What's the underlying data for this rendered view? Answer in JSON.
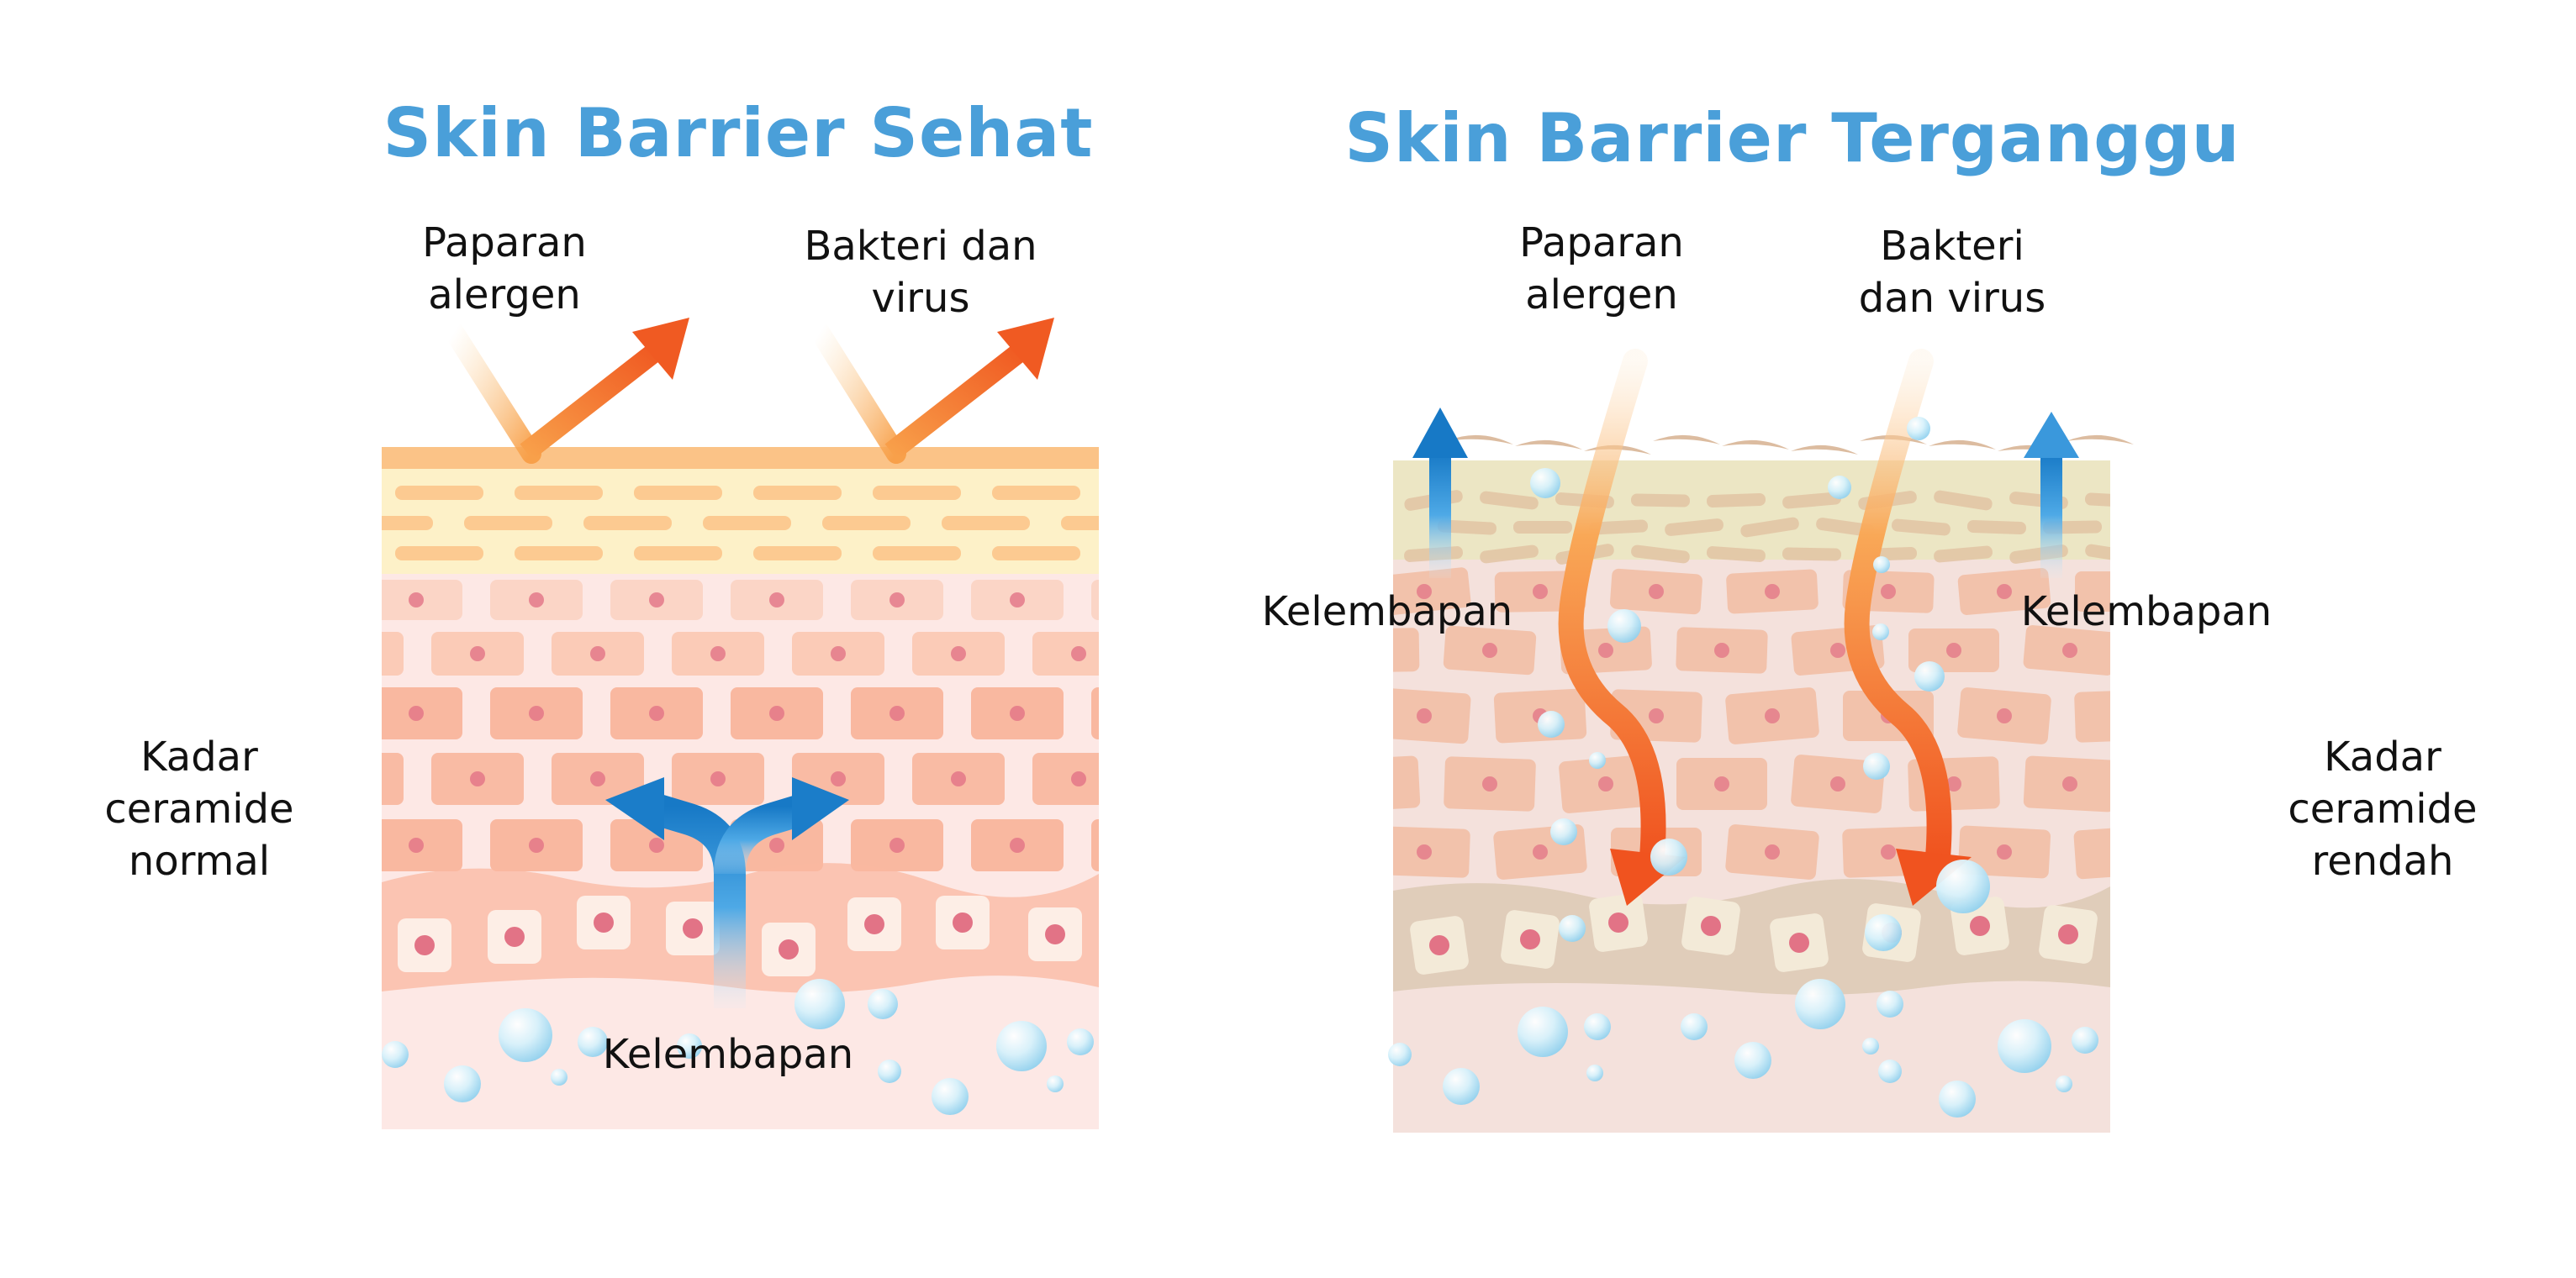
{
  "left_panel": {
    "title": "Skin Barrier Sehat",
    "allergen_label": [
      "Paparan",
      "alergen"
    ],
    "bacteria_label": [
      "Bakteri dan",
      "virus"
    ],
    "moisture_label": "Kelembapan",
    "ceramide_label": [
      "Kadar",
      "ceramide",
      "normal"
    ]
  },
  "right_panel": {
    "title": "Skin Barrier Terganggu",
    "allergen_label": [
      "Paparan",
      "alergen"
    ],
    "bacteria_label": [
      "Bakteri",
      "dan virus"
    ],
    "moisture_left_label": "Kelembapan",
    "moisture_right_label": "Kelembapan",
    "ceramide_label": [
      "Kadar",
      "ceramide",
      "rendah"
    ]
  },
  "colors": {
    "title": "#4a9fd9",
    "arrow_orange": "#f26a2a",
    "arrow_blue": "#1f86d0",
    "healthy_top_layer": "#fdf1c8",
    "healthy_cells": "#f9b8a0",
    "damaged_top_layer": "#ece6c4",
    "damaged_cells": "#f2c2ab",
    "cell_nucleus": "#e27386"
  }
}
